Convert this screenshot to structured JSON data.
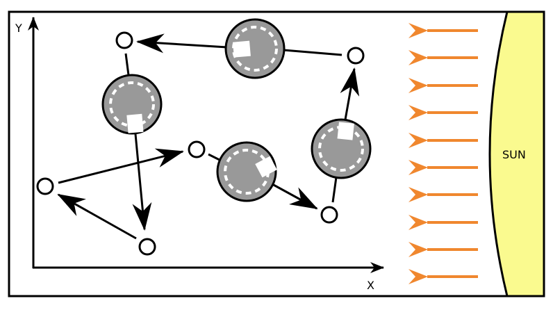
{
  "axes": {
    "y_label": "Y",
    "x_label": "X"
  },
  "sun": {
    "label": "SUN",
    "color": "#fafa8f"
  },
  "colors": {
    "rays": "#f0872e",
    "disk": "#999999",
    "stroke": "#000000"
  }
}
